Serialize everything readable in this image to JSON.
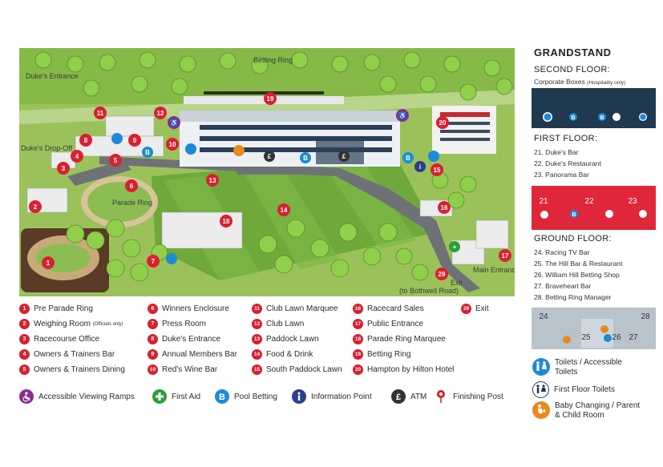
{
  "map": {
    "labels": {
      "betting_ring": "Betting Ring",
      "dukes_entrance": "Duke's Entrance",
      "dukes_dropoff": "Duke's Drop-Off",
      "parade_ring": "Parade Ring",
      "main_entrance": "Main Entrance",
      "exit": "Exit",
      "exit_road": "(to Bothwell Road)"
    },
    "markers": [
      "1",
      "2",
      "3",
      "4",
      "5",
      "6",
      "7",
      "8",
      "9",
      "10",
      "11",
      "12",
      "13",
      "14",
      "15",
      "16",
      "17",
      "18",
      "19",
      "20",
      "29"
    ]
  },
  "legend": {
    "items": [
      {
        "num": "1",
        "label": "Pre Parade Ring"
      },
      {
        "num": "2",
        "label": "Weighing Room",
        "note": "(Officials only)"
      },
      {
        "num": "3",
        "label": "Racecourse Office"
      },
      {
        "num": "4",
        "label": "Owners & Trainers Bar"
      },
      {
        "num": "5",
        "label": "Owners & Trainers Dining"
      },
      {
        "num": "6",
        "label": "Winners Enclosure"
      },
      {
        "num": "7",
        "label": "Press Room"
      },
      {
        "num": "8",
        "label": "Duke's Entrance"
      },
      {
        "num": "9",
        "label": "Annual Members Bar"
      },
      {
        "num": "10",
        "label": "Red's Wine Bar"
      },
      {
        "num": "11",
        "label": "Club Lawn Marquee"
      },
      {
        "num": "12",
        "label": "Club Lawn"
      },
      {
        "num": "13",
        "label": "Paddock Lawn"
      },
      {
        "num": "14",
        "label": "Food & Drink"
      },
      {
        "num": "15",
        "label": "South Paddock Lawn"
      },
      {
        "num": "16",
        "label": "Racecard Sales"
      },
      {
        "num": "17",
        "label": "Public Entrance"
      },
      {
        "num": "18",
        "label": "Parade Ring Marquee"
      },
      {
        "num": "19",
        "label": "Betting Ring"
      },
      {
        "num": "20",
        "label": "Hampton by Hilton Hotel"
      },
      {
        "num": "29",
        "label": "Exit"
      }
    ],
    "facilities": [
      {
        "icon": "accessible-ramp-icon",
        "label": "Accessible Viewing Ramps"
      },
      {
        "icon": "first-aid-icon",
        "label": "First Aid"
      },
      {
        "icon": "pool-betting-icon",
        "label": "Pool Betting"
      },
      {
        "icon": "information-icon",
        "label": "Information Point"
      },
      {
        "icon": "atm-icon",
        "label": "ATM"
      },
      {
        "icon": "finishing-post-icon",
        "label": "Finishing Post"
      }
    ]
  },
  "grandstand": {
    "title": "GRANDSTAND",
    "second_floor": {
      "heading": "SECOND FLOOR:",
      "desc": "Corporate Boxes",
      "note": "(Hospitality only)"
    },
    "first_floor": {
      "heading": "FIRST FLOOR:",
      "items": [
        "21. Duke's Bar",
        "22. Duke's Restaurant",
        "23. Panorama Bar"
      ],
      "bar_labels": [
        "21",
        "22",
        "23"
      ]
    },
    "ground_floor": {
      "heading": "GROUND FLOOR:",
      "items": [
        "24. Racing TV Bar",
        "25. The Hill Bar & Restaurant",
        "26. William Hill Betting Shop",
        "27. Braveheart Bar",
        "28. Betting Ring Manager"
      ],
      "bar_labels": [
        "24",
        "25",
        "26",
        "27",
        "28"
      ]
    },
    "key": [
      {
        "icon": "toilets-icon",
        "label": "Toilets / Accessible Toilets"
      },
      {
        "icon": "first-floor-toilets-icon",
        "label": "First Floor Toilets"
      },
      {
        "icon": "baby-changing-icon",
        "label": "Baby Changing / Parent & Child Room"
      }
    ]
  },
  "colors": {
    "marker_red": "#d9202f",
    "grass": "#6fa83b",
    "grass_dark": "#5e9a2e",
    "navy": "#1f3a4f",
    "red_floor": "#e0263a",
    "grey_floor": "#b9c3cc",
    "pool_blue": "#1d8ad8",
    "purple": "#8a2d8c",
    "green": "#2f9d3c",
    "orange": "#e88a1e"
  }
}
